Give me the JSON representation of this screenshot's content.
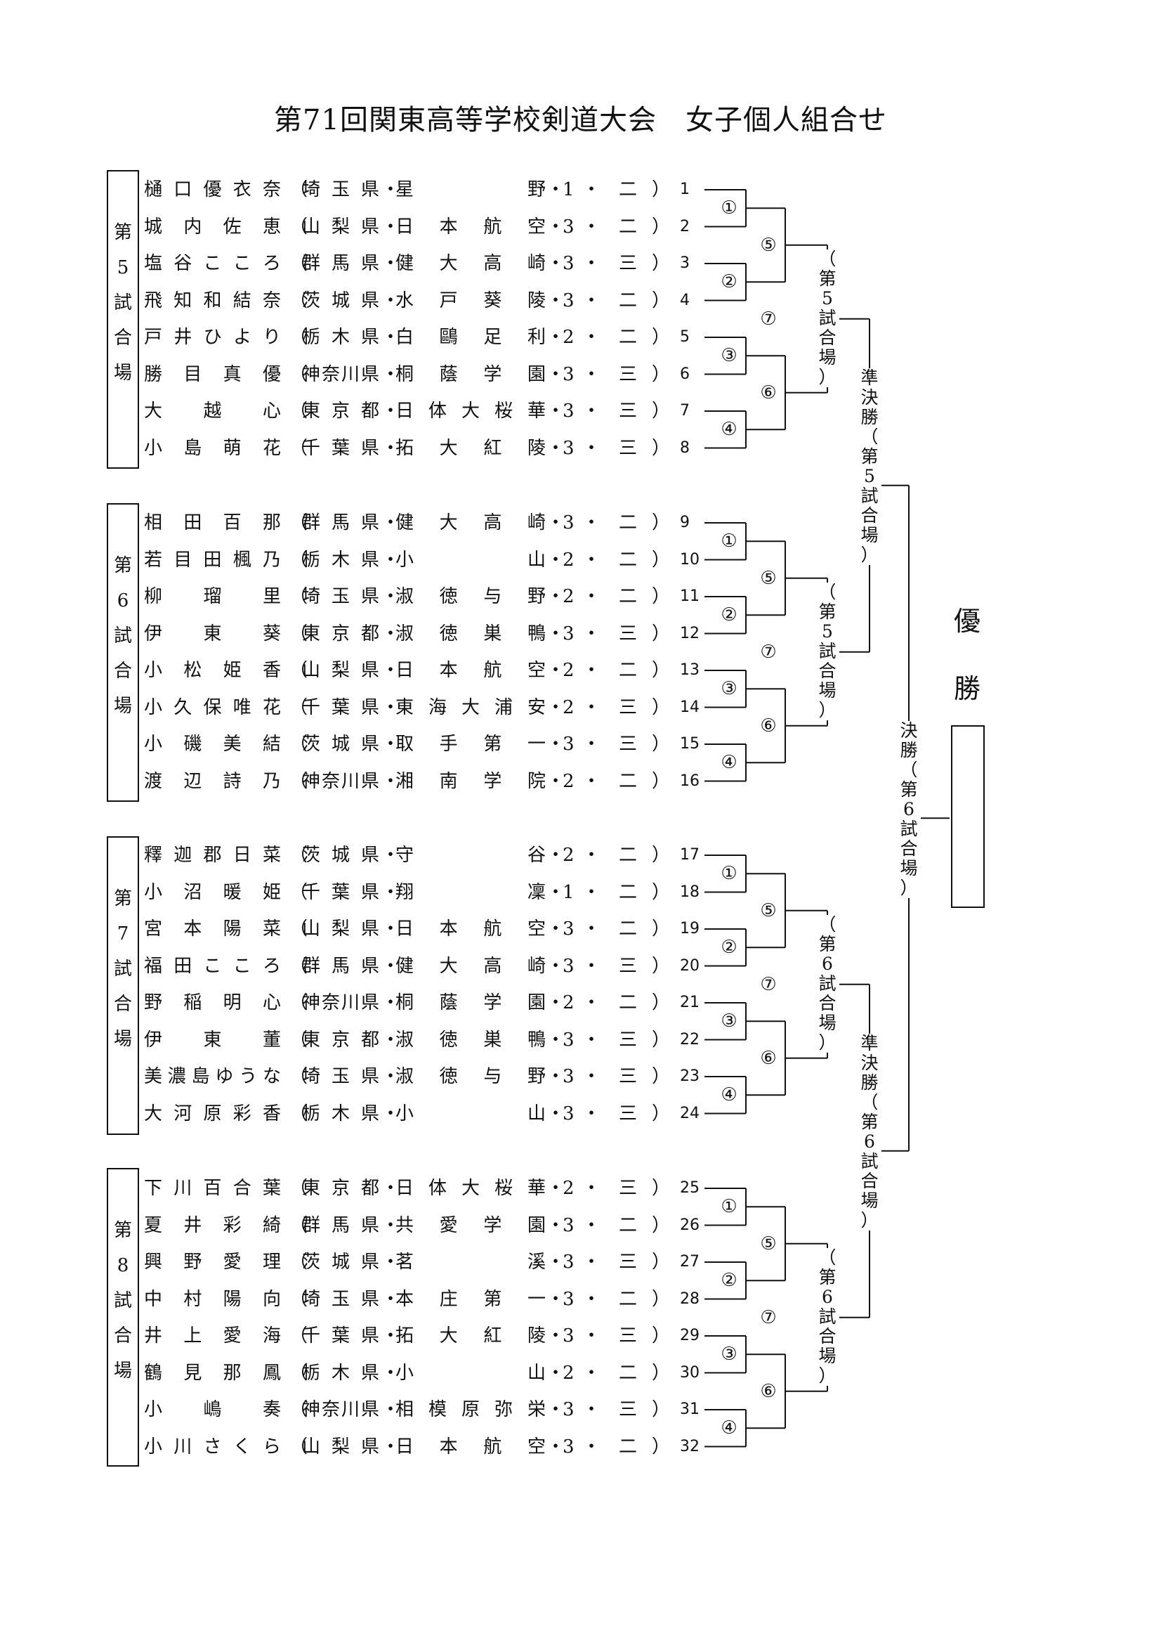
{
  "title": "第71回関東高等学校剣道大会　女子個人組合せ",
  "groups": [
    {
      "court": "第5試合場",
      "players": [
        {
          "name": "樋口優衣奈",
          "pref": "埼玉県",
          "school": "星野",
          "grade": "1",
          "division": "二",
          "seed": "1"
        },
        {
          "name": "城内佐恵",
          "pref": "山梨県",
          "school": "日本航空",
          "grade": "3",
          "division": "二",
          "seed": "2"
        },
        {
          "name": "塩谷こころ",
          "pref": "群馬県",
          "school": "健大高崎",
          "grade": "3",
          "division": "三",
          "seed": "3"
        },
        {
          "name": "飛知和結奈",
          "pref": "茨城県",
          "school": "水戸葵陵",
          "grade": "3",
          "division": "二",
          "seed": "4"
        },
        {
          "name": "戸井ひより",
          "pref": "栃木県",
          "school": "白鷗足利",
          "grade": "2",
          "division": "二",
          "seed": "5"
        },
        {
          "name": "勝目真優",
          "pref": "神奈川県",
          "school": "桐蔭学園",
          "grade": "3",
          "division": "三",
          "seed": "6"
        },
        {
          "name": "大越心",
          "pref": "東京都",
          "school": "日体大桜華",
          "grade": "3",
          "division": "三",
          "seed": "7"
        },
        {
          "name": "小島萌花",
          "pref": "千葉県",
          "school": "拓大紅陵",
          "grade": "3",
          "division": "三",
          "seed": "8"
        }
      ]
    },
    {
      "court": "第6試合場",
      "players": [
        {
          "name": "相田百那",
          "pref": "群馬県",
          "school": "健大高崎",
          "grade": "3",
          "division": "二",
          "seed": "9"
        },
        {
          "name": "若目田楓乃",
          "pref": "栃木県",
          "school": "小山",
          "grade": "2",
          "division": "二",
          "seed": "10"
        },
        {
          "name": "柳瑠里",
          "pref": "埼玉県",
          "school": "淑徳与野",
          "grade": "2",
          "division": "二",
          "seed": "11"
        },
        {
          "name": "伊東葵",
          "pref": "東京都",
          "school": "淑徳巣鴨",
          "grade": "3",
          "division": "三",
          "seed": "12"
        },
        {
          "name": "小松姫香",
          "pref": "山梨県",
          "school": "日本航空",
          "grade": "2",
          "division": "二",
          "seed": "13"
        },
        {
          "name": "小久保唯花",
          "pref": "千葉県",
          "school": "東海大浦安",
          "grade": "2",
          "division": "三",
          "seed": "14"
        },
        {
          "name": "小磯美結",
          "pref": "茨城県",
          "school": "取手第一",
          "grade": "3",
          "division": "三",
          "seed": "15"
        },
        {
          "name": "渡辺詩乃",
          "pref": "神奈川県",
          "school": "湘南学院",
          "grade": "2",
          "division": "二",
          "seed": "16"
        }
      ]
    },
    {
      "court": "第7試合場",
      "players": [
        {
          "name": "釋迦郡日菜",
          "pref": "茨城県",
          "school": "守谷",
          "grade": "2",
          "division": "二",
          "seed": "17"
        },
        {
          "name": "小沼暖姫",
          "pref": "千葉県",
          "school": "翔凜",
          "grade": "1",
          "division": "二",
          "seed": "18"
        },
        {
          "name": "宮本陽菜",
          "pref": "山梨県",
          "school": "日本航空",
          "grade": "3",
          "division": "二",
          "seed": "19"
        },
        {
          "name": "福田こころ",
          "pref": "群馬県",
          "school": "健大高崎",
          "grade": "3",
          "division": "三",
          "seed": "20"
        },
        {
          "name": "野稲明心",
          "pref": "神奈川県",
          "school": "桐蔭学園",
          "grade": "2",
          "division": "二",
          "seed": "21"
        },
        {
          "name": "伊東董",
          "pref": "東京都",
          "school": "淑徳巣鴨",
          "grade": "3",
          "division": "三",
          "seed": "22"
        },
        {
          "name": "美濃島ゆうな",
          "pref": "埼玉県",
          "school": "淑徳与野",
          "grade": "3",
          "division": "三",
          "seed": "23"
        },
        {
          "name": "大河原彩香",
          "pref": "栃木県",
          "school": "小山",
          "grade": "3",
          "division": "三",
          "seed": "24"
        }
      ]
    },
    {
      "court": "第8試合場",
      "players": [
        {
          "name": "下川百合葉",
          "pref": "東京都",
          "school": "日体大桜華",
          "grade": "2",
          "division": "三",
          "seed": "25"
        },
        {
          "name": "夏井彩綺",
          "pref": "群馬県",
          "school": "共愛学園",
          "grade": "3",
          "division": "二",
          "seed": "26"
        },
        {
          "name": "興野愛理",
          "pref": "茨城県",
          "school": "茗溪",
          "grade": "3",
          "division": "三",
          "seed": "27"
        },
        {
          "name": "中村陽向",
          "pref": "埼玉県",
          "school": "本庄第一",
          "grade": "3",
          "division": "二",
          "seed": "28"
        },
        {
          "name": "井上愛海",
          "pref": "千葉県",
          "school": "拓大紅陵",
          "grade": "3",
          "division": "三",
          "seed": "29"
        },
        {
          "name": "鶴見那鳳",
          "pref": "栃木県",
          "school": "小山",
          "grade": "2",
          "division": "二",
          "seed": "30"
        },
        {
          "name": "小嶋奏",
          "pref": "神奈川県",
          "school": "相模原弥栄",
          "grade": "3",
          "division": "三",
          "seed": "31"
        },
        {
          "name": "小川さくら",
          "pref": "山梨県",
          "school": "日本航空",
          "grade": "3",
          "division": "二",
          "seed": "32"
        }
      ]
    }
  ],
  "match_numbers": [
    "①",
    "②",
    "③",
    "④",
    "⑤",
    "⑥",
    "⑦"
  ],
  "block_courts": [
    "（第5試合場）",
    "（第5試合場）",
    "（第6試合場）",
    "（第6試合場）"
  ],
  "semifinal_labels": [
    "準決勝（第5試合場）",
    "準決勝（第6試合場）"
  ],
  "final_label": "決勝（第6試合場）",
  "champion_label": "優勝",
  "punct": {
    "open": "（",
    "close": "）",
    "dot": "・"
  }
}
